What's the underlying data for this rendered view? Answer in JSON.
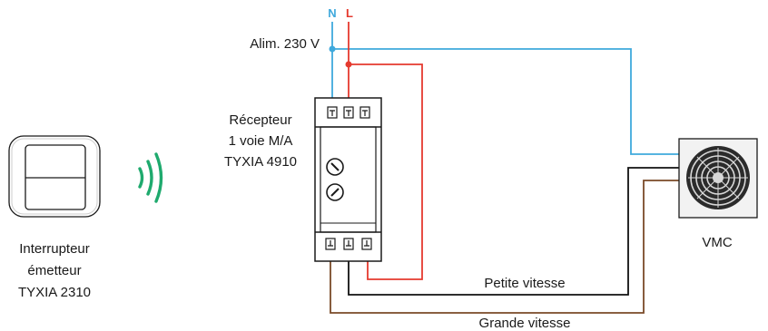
{
  "terminals": {
    "neutral": "N",
    "live": "L"
  },
  "supply_label": "Alim. 230 V",
  "receiver": {
    "lines": [
      "Récepteur",
      "1 voie M/A",
      "TYXIA 4910"
    ]
  },
  "switch": {
    "lines": [
      "Interrupteur",
      "émetteur",
      "TYXIA 2310"
    ]
  },
  "fan_label": "VMC",
  "wire_labels": {
    "low_speed": "Petite vitesse",
    "high_speed": "Grande vitesse"
  },
  "colors": {
    "neutral_wire": "#3fa9dc",
    "live_wire": "#e53a2f",
    "low_speed_wire": "#111111",
    "high_speed_wire": "#7a4a28",
    "radio_waves": "#1faa6e"
  }
}
